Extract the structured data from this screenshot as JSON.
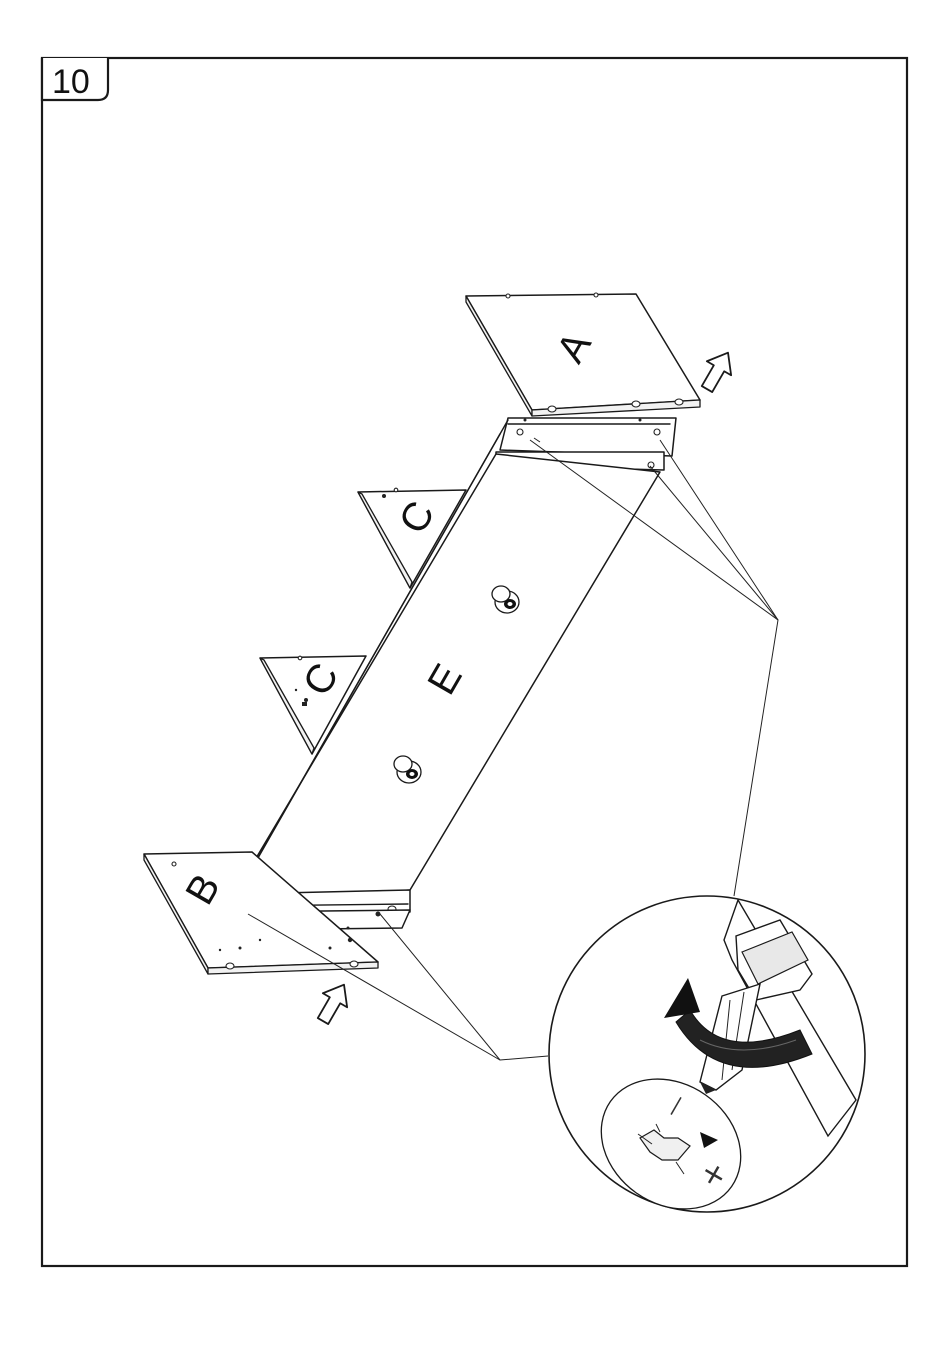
{
  "step": {
    "number": "10"
  },
  "panels": {
    "a": "A",
    "b": "B",
    "c_upper": "C",
    "c_lower": "C",
    "e": "E"
  },
  "detail": {
    "minus_symbol": "—",
    "plus_symbol": "+",
    "rotation_direction": "clockwise"
  },
  "icons": [
    "push-arrow-icon",
    "screwdriver-icon",
    "rotate-clockwise-icon",
    "cam-lock-icon"
  ],
  "colors": {
    "line": "#1a1a1a",
    "background": "#ffffff"
  }
}
